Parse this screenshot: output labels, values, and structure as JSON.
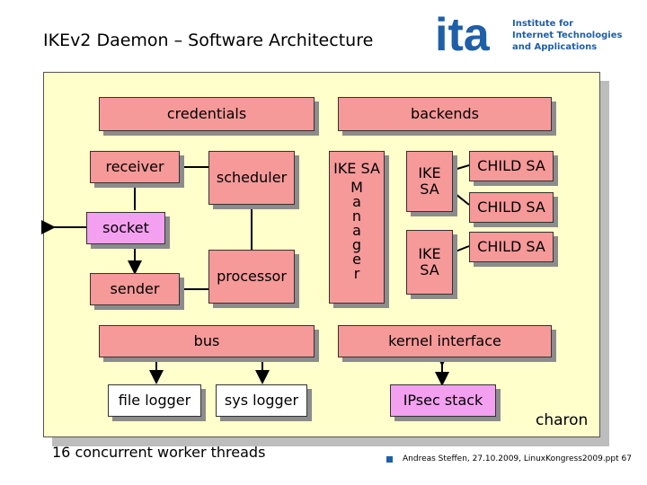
{
  "title": "IKEv2 Daemon – Software Architecture",
  "logo": {
    "mark": "ita",
    "line1": "Institute for",
    "line2": "Internet Technologies",
    "line3": "and Applications"
  },
  "boxes": {
    "credentials": "credentials",
    "backends": "backends",
    "receiver": "receiver",
    "scheduler": "scheduler",
    "socket": "socket",
    "processor": "processor",
    "sender": "sender",
    "ike_sa_manager": "IKE SA",
    "manager_letters": "M\na\nn\na\ng\ne\nr",
    "ike_sa_1": "IKE\nSA",
    "ike_sa_2": "IKE\nSA",
    "child_sa_1": "CHILD SA",
    "child_sa_2": "CHILD SA",
    "child_sa_3": "CHILD SA",
    "bus": "bus",
    "kernel_interface": "kernel interface",
    "file_logger": "file logger",
    "sys_logger": "sys logger",
    "ipsec_stack": "IPsec stack"
  },
  "footer": {
    "threads": "16 concurrent worker threads",
    "charon": "charon",
    "credit": "Andreas Steffen, 27.10.2009, LinuxKongress2009.ppt 67"
  },
  "colors": {
    "panel": "#ffffcc",
    "salmon": "#f59999",
    "pink": "#f3a0f0",
    "accent": "#1f5fa8"
  }
}
